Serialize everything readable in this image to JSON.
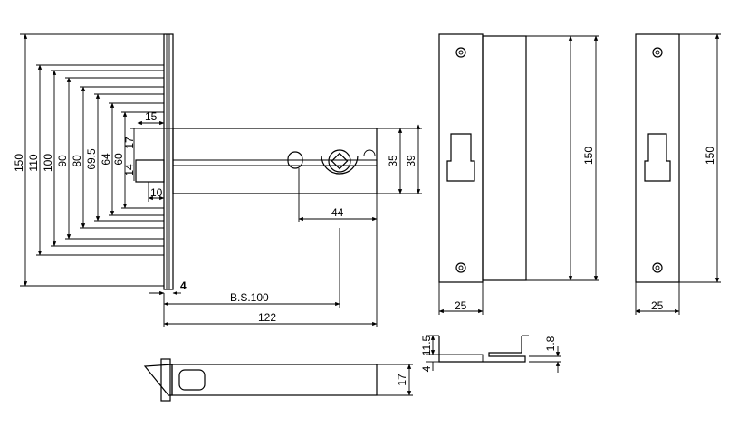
{
  "drawing": {
    "dims_vertical": [
      "150",
      "110",
      "100",
      "90",
      "80",
      "69.5",
      "64",
      "60",
      "17",
      "14"
    ],
    "dim_15": "15",
    "dim_10": "10",
    "dim_4": "4",
    "dim_bs": "B.S.100",
    "dim_122": "122",
    "dim_44": "44",
    "dim_35": "35",
    "dim_39": "39",
    "front_plate_height": "150",
    "front_plate_width": "25",
    "strike_height": "150",
    "strike_width": "25",
    "section_11_5": "11.5",
    "section_4": "4",
    "section_1_8": "1.8",
    "latch_17": "17"
  }
}
